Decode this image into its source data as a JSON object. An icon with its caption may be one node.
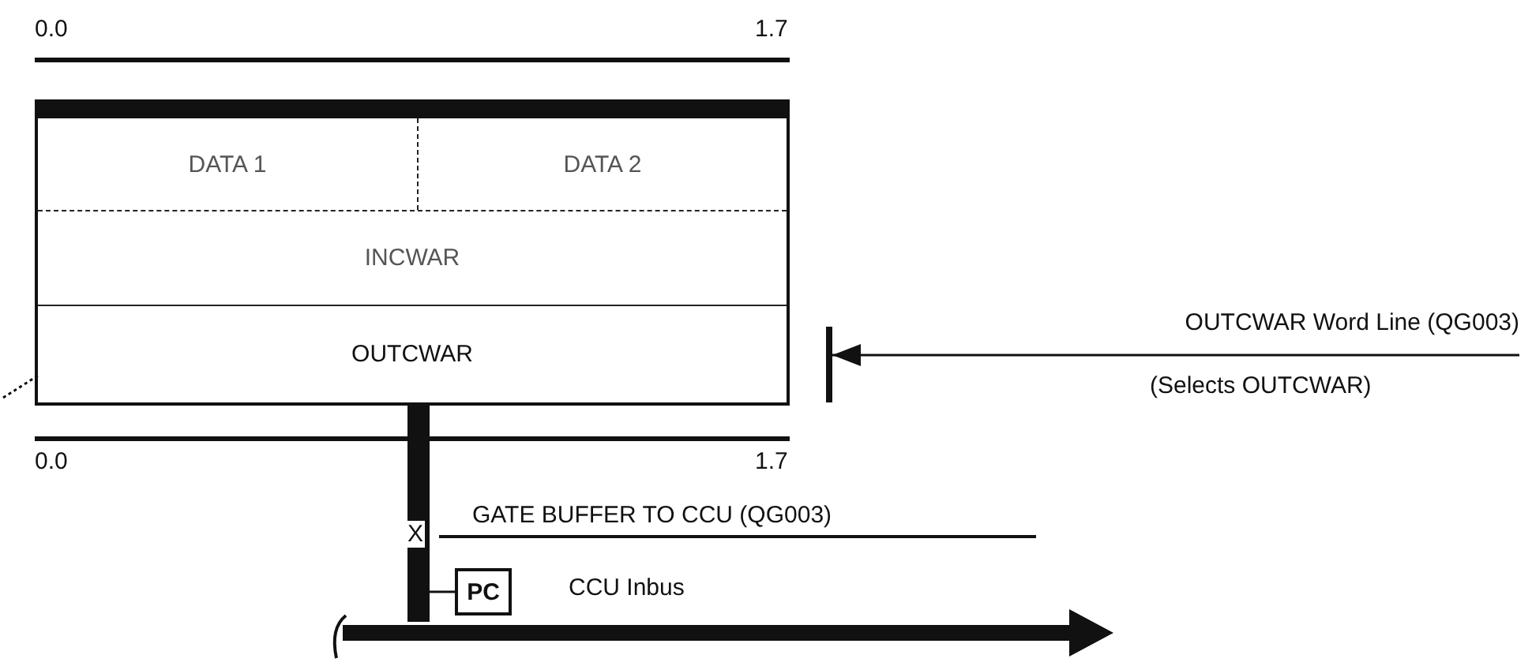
{
  "diagram": {
    "nodes": [
      {
        "text": [],
        "shape": "box"
      },
      {
        "text": [
          "DATA 1"
        ],
        "in": 0
      },
      {
        "text": [
          "DATA 2"
        ],
        "in": 0
      },
      {
        "text": [
          "INCWAR"
        ],
        "in": 0
      },
      {
        "text": [
          "OUTCWAR"
        ],
        "in": 0
      },
      {
        "text": [
          "PC"
        ]
      },
      {
        "text": [],
        "shape": "bar"
      },
      {
        "text": [],
        "shape": "bar",
        "beside": [
          "CCU Inbus"
        ]
      }
    ],
    "edges": [
      {
        "from": 0,
        "to": 7,
        "arrow": "none",
        "style": "thick"
      },
      {
        "from": null,
        "to": 6,
        "arrow": "to",
        "label": "OUTCWAR Word Line (QG003)"
      },
      {
        "from": 5,
        "to": null,
        "arrow": "none"
      },
      {
        "from": null,
        "to": 4,
        "arrow": "none",
        "style": "dashed"
      }
    ],
    "labels": [
      "0.0",
      "1.7",
      "0.0",
      "1.7",
      "X",
      "GATE BUFFER TO CCU (QG003)",
      "(Selects OUTCWAR)"
    ]
  }
}
